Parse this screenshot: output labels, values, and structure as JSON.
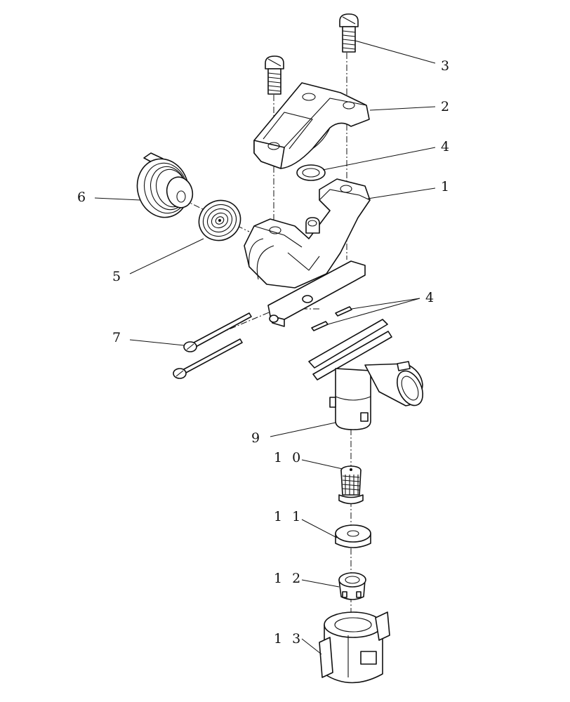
{
  "callouts": {
    "c1": "1",
    "c2": "2",
    "c3": "3",
    "c4_upper": "4",
    "c4_lower": "4",
    "c5": "5",
    "c6": "6",
    "c7": "7",
    "c9": "9",
    "c10": "1 0",
    "c11": "1 1",
    "c12": "1 2",
    "c13": "1 3"
  }
}
